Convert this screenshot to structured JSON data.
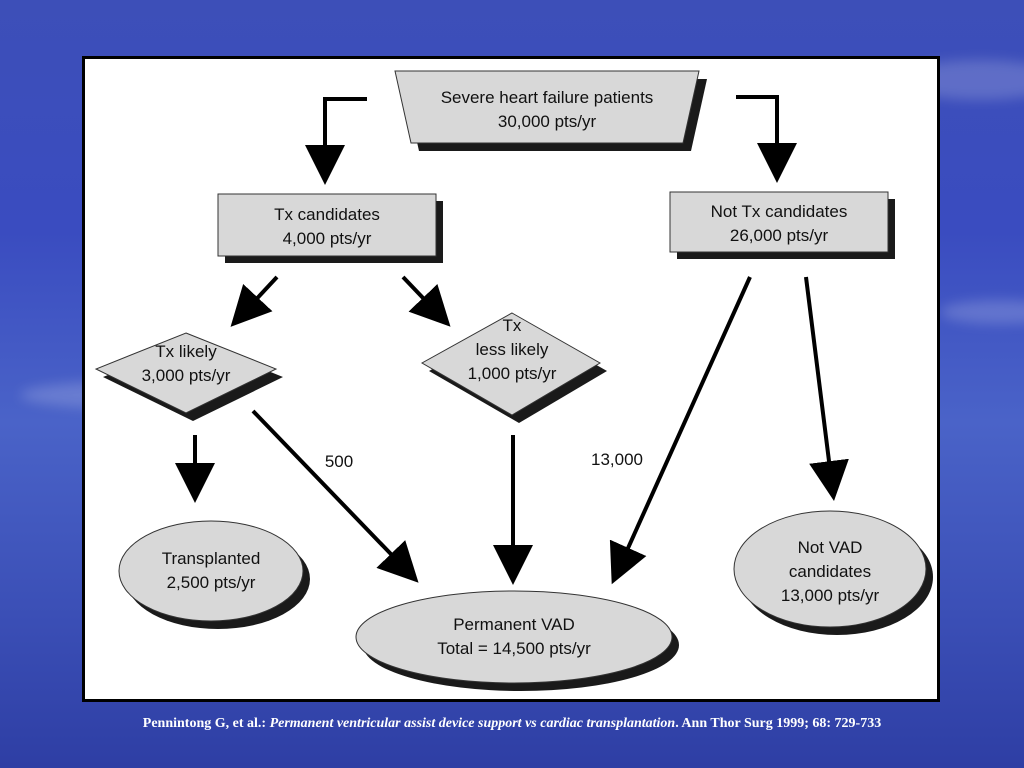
{
  "nodes": {
    "severe": {
      "line1": "Severe heart failure patients",
      "line2": "30,000 pts/yr"
    },
    "tx_candidates": {
      "line1": "Tx candidates",
      "line2": "4,000 pts/yr"
    },
    "not_tx_candidates": {
      "line1": "Not Tx candidates",
      "line2": "26,000 pts/yr"
    },
    "tx_likely": {
      "line1": "Tx likely",
      "line2": "3,000 pts/yr"
    },
    "tx_less_likely": {
      "line1": "Tx",
      "line2": "less likely",
      "line3": "1,000 pts/yr"
    },
    "transplanted": {
      "line1": "Transplanted",
      "line2": "2,500 pts/yr"
    },
    "permanent_vad": {
      "line1": "Permanent VAD",
      "line2": "Total = 14,500 pts/yr"
    },
    "not_vad": {
      "line1": "Not VAD",
      "line2": "candidates",
      "line3": "13,000 pts/yr"
    }
  },
  "edge_labels": {
    "likely_to_vad": "500",
    "not_tx_to_vad": "13,000"
  },
  "citation": {
    "authors": "Pennintong G, et al.: ",
    "title": "Permanent ventricular assist device  support vs cardiac transplantation",
    "journal": ". Ann Thor Surg  1999; 68: 729-733"
  },
  "colors": {
    "node_fill": "#d8d8d8",
    "shadow": "#1a1a1a",
    "background": "#3d4fb8"
  }
}
